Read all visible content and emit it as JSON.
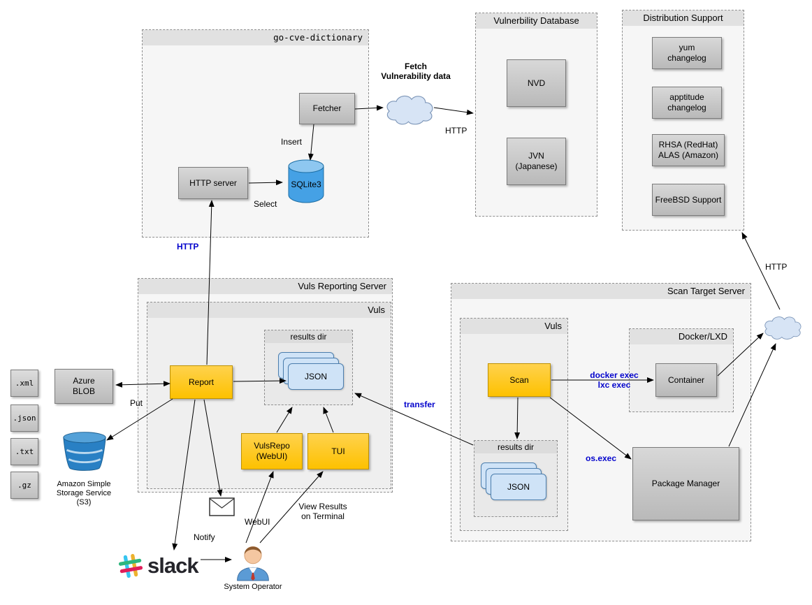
{
  "colors": {
    "accent_yellow": "#fdc100",
    "gray_node": "#c4c4c4",
    "blue_label": "#0404cc",
    "json_card_fill": "#cfe3f7",
    "cloud_fill": "#d7e4f5",
    "sqlite_fill": "#45a1e5",
    "s3_blue": "#2980c4"
  },
  "containers": {
    "go_cve_dictionary": {
      "title": "go-cve-dictionary"
    },
    "vulnerability_database": {
      "title": "Vulnerbility Database"
    },
    "distribution_support": {
      "title": "Distribution Support"
    },
    "vuls_reporting_server": {
      "title": "Vuls Reporting Server"
    },
    "reporting_vuls": {
      "title": "Vuls"
    },
    "reporting_results_dir": {
      "title": "results dir"
    },
    "scan_target_server": {
      "title": "Scan Target Server"
    },
    "scan_vuls": {
      "title": "Vuls"
    },
    "scan_results_dir": {
      "title": "results dir"
    },
    "docker_lxd": {
      "title": "Docker/LXD"
    }
  },
  "nodes": {
    "fetcher": "Fetcher",
    "http_server": "HTTP server",
    "sqlite3": "SQLite3",
    "nvd": "NVD",
    "jvn": "JVN\n(Japanese)",
    "yum_changelog": "yum\nchangelog",
    "apptitude_changelog": "apptitude\nchangelog",
    "rhsa_alas": "RHSA (RedHat)\nALAS (Amazon)",
    "freebsd_support": "FreeBSD Support",
    "report": "Report",
    "reporting_json": "JSON",
    "vulsrepo": "VulsRepo\n(WebUI)",
    "tui": "TUI",
    "scan": "Scan",
    "scan_json": "JSON",
    "container": "Container",
    "package_manager": "Package Manager",
    "azure_blob": "Azure\nBLOB"
  },
  "file_types": [
    ".xml",
    ".json",
    ".txt",
    ".gz"
  ],
  "labels": {
    "fetch_vulnerability_data": "Fetch\nVulnerability data",
    "http_fetch": "HTTP",
    "insert": "Insert",
    "select": "Select",
    "http_report": "HTTP",
    "put": "Put",
    "transfer": "transfer",
    "docker_lxc_exec": "docker exec\nlxc exec",
    "os_exec": "os.exec",
    "http_dist": "HTTP",
    "notify": "Notify",
    "webui": "WebUI",
    "view_results": "View Results\non Terminal",
    "s3_caption": "Amazon Simple\nStorage Service\n(S3)",
    "slack_wordmark": "slack",
    "system_operator": "System Operator"
  }
}
